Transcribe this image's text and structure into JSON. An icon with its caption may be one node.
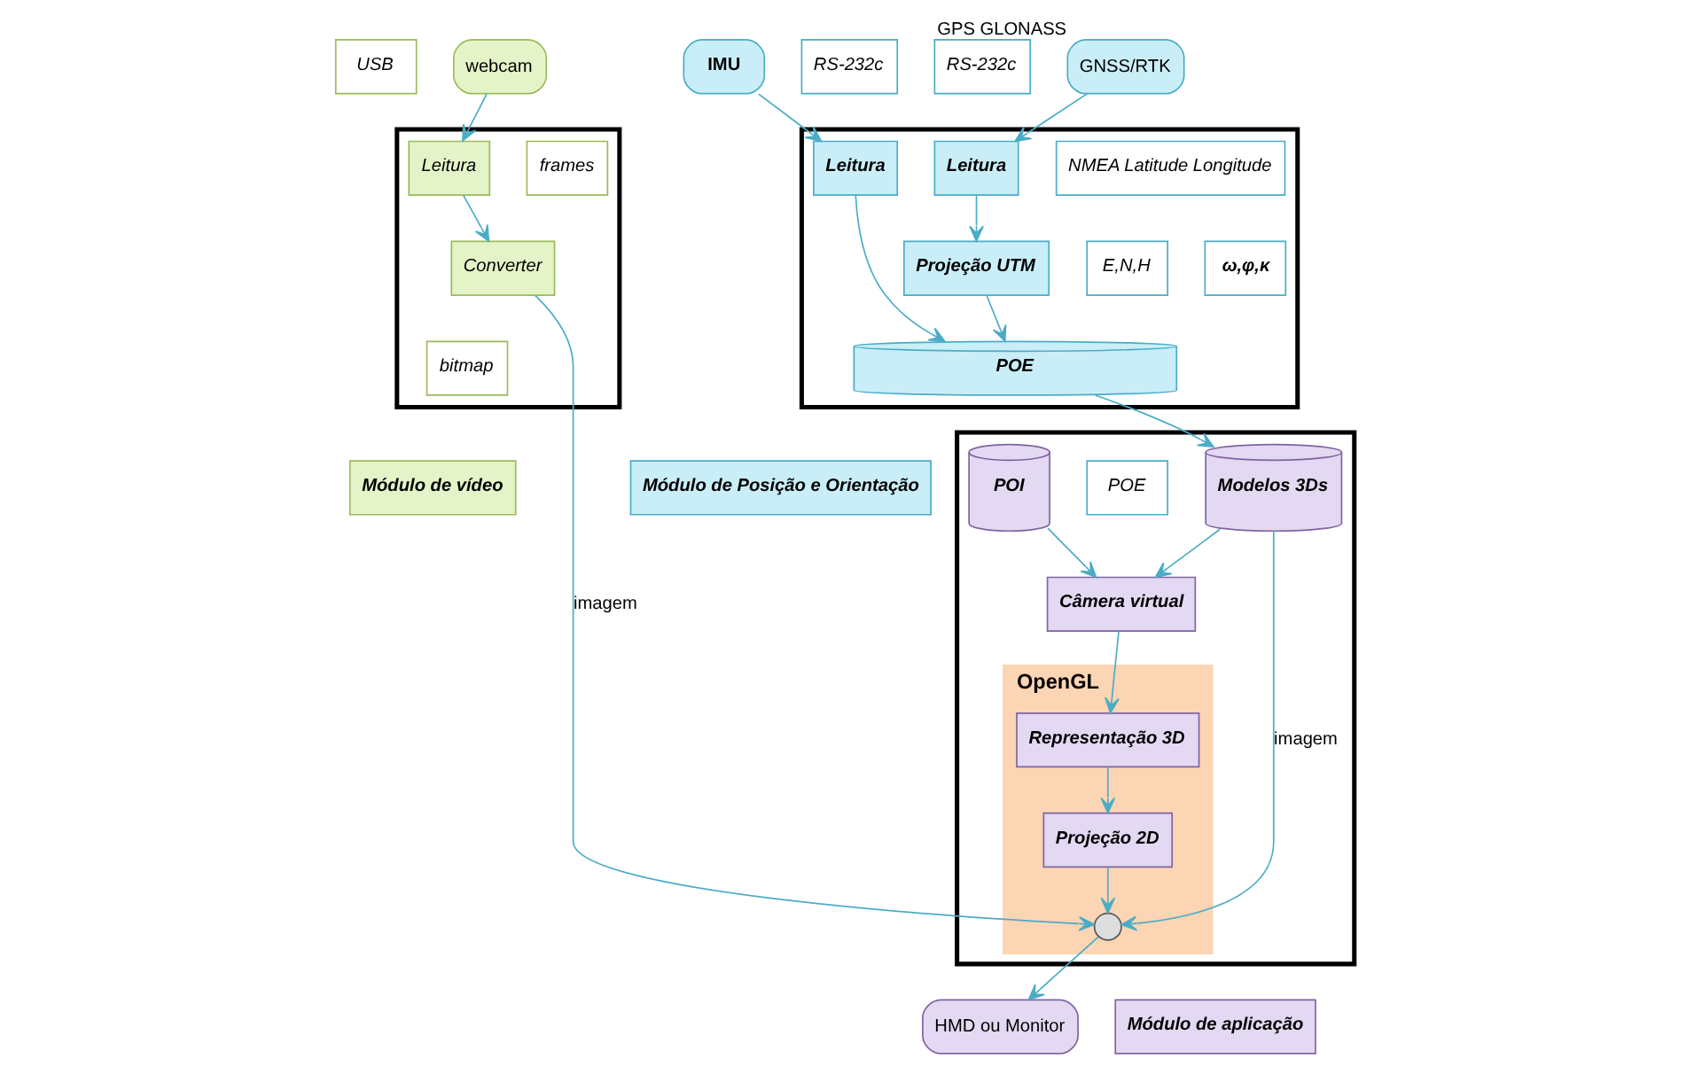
{
  "diagram": {
    "nodes": [
      {
        "text": [
          "IMU"
        ]
      },
      {
        "text": [
          "GNSS/RTK"
        ],
        "beside": [
          "GPS GLONASS"
        ]
      },
      {
        "text": [
          "RS-232c"
        ]
      },
      {
        "text": [
          "RS-232c"
        ]
      },
      {
        "text": [],
        "shape": "box"
      },
      {
        "text": [
          "Leitura"
        ],
        "in": 4
      },
      {
        "text": [
          "Leitura"
        ],
        "in": 4
      },
      {
        "text": [
          "NMEA Latitude Longitude"
        ],
        "in": 4
      },
      {
        "text": [
          "ω,φ,κ"
        ],
        "in": 4
      },
      {
        "text": [
          "Projeção UTM"
        ],
        "in": 4
      },
      {
        "text": [
          "E,N,H"
        ],
        "in": 4
      },
      {
        "text": [
          "POE"
        ],
        "in": 4
      },
      {
        "text": [
          "Módulo de Posição e Orientação"
        ]
      },
      {
        "text": [],
        "shape": "box"
      },
      {
        "text": [
          "Modelos 3Ds"
        ],
        "in": 13
      },
      {
        "text": [
          "POE"
        ],
        "in": 13
      },
      {
        "text": [
          "Câmera virtual"
        ],
        "in": 13
      },
      {
        "text": [
          "POI"
        ],
        "in": 13
      },
      {
        "text": [
          "OpenGL"
        ],
        "in": 13
      },
      {
        "text": [
          "Representação 3D"
        ],
        "in": 18
      },
      {
        "text": [
          "Projeção 2D"
        ],
        "in": 18
      },
      {
        "text": [],
        "shape": "circle",
        "in": 18
      },
      {
        "text": [
          "HMD ou Monitor"
        ]
      },
      {
        "text": [
          "Módulo de aplicação"
        ]
      },
      {
        "text": [
          "webcam"
        ]
      },
      {
        "text": [
          "USB"
        ]
      },
      {
        "text": [],
        "shape": "box"
      },
      {
        "text": [
          "Leitura"
        ],
        "in": 26
      },
      {
        "text": [
          "frames"
        ],
        "in": 26
      },
      {
        "text": [
          "Converter"
        ],
        "in": 26
      },
      {
        "text": [
          "bitmap"
        ],
        "in": 26
      },
      {
        "text": [
          "Módulo de vídeo"
        ]
      }
    ],
    "edges": [
      {
        "from": 0,
        "to": 5,
        "arrow": "to"
      },
      {
        "from": 1,
        "to": 6,
        "arrow": "to"
      },
      {
        "from": 5,
        "to": 11,
        "arrow": "to"
      },
      {
        "from": 6,
        "to": 9,
        "arrow": "to"
      },
      {
        "from": 9,
        "to": 11,
        "arrow": "to"
      },
      {
        "from": 11,
        "to": 14,
        "arrow": "to"
      },
      {
        "from": 14,
        "to": 16,
        "arrow": "to"
      },
      {
        "from": 17,
        "to": 16,
        "arrow": "to"
      },
      {
        "from": 16,
        "to": 19,
        "arrow": "to"
      },
      {
        "from": 19,
        "to": 20,
        "arrow": "to"
      },
      {
        "from": 20,
        "to": 21,
        "arrow": "to"
      },
      {
        "from": 14,
        "to": 21,
        "arrow": "to",
        "label": "imagem"
      },
      {
        "from": 29,
        "to": 21,
        "arrow": "to",
        "label": "imagem"
      },
      {
        "from": 21,
        "to": 22,
        "arrow": "to"
      },
      {
        "from": 24,
        "to": 27,
        "arrow": "to"
      },
      {
        "from": 27,
        "to": 29,
        "arrow": "to"
      }
    ]
  }
}
